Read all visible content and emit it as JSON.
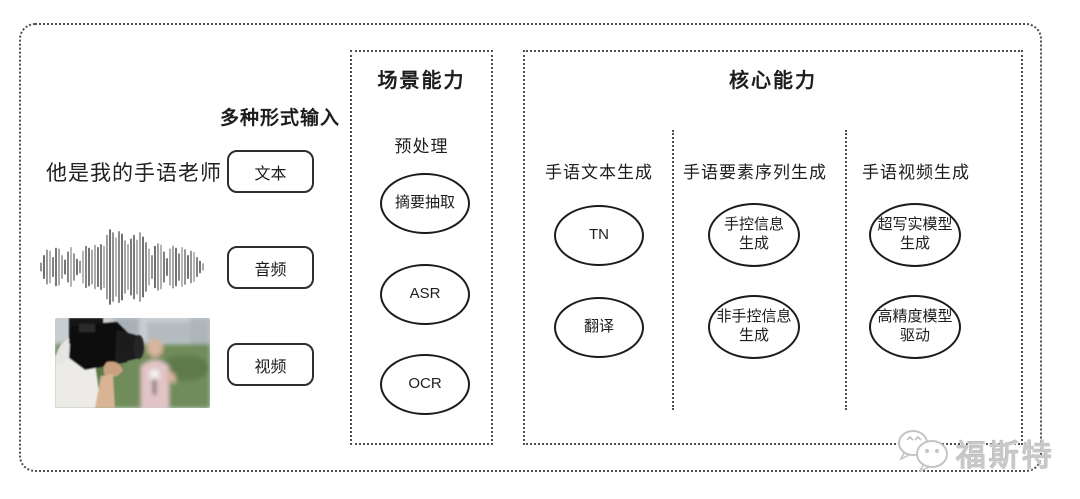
{
  "diagram": {
    "input_section": {
      "title": "多种形式输入",
      "sample_text": "他是我的手语老师",
      "items": [
        {
          "label": "文本"
        },
        {
          "label": "音频"
        },
        {
          "label": "视频"
        }
      ]
    },
    "scene_box": {
      "title": "场景能力",
      "subtitle": "预处理",
      "nodes": [
        "摘要抽取",
        "ASR",
        "OCR"
      ]
    },
    "core_box": {
      "title": "核心能力",
      "columns": [
        {
          "header": "手语文本生成",
          "nodes": [
            "TN",
            "翻译"
          ]
        },
        {
          "header": "手语要素序列生成",
          "nodes": [
            "手控信息\n生成",
            "非手控信息\n生成"
          ]
        },
        {
          "header": "手语视频生成",
          "nodes": [
            "超写实模型\n生成",
            "高精度模型\n驱动"
          ]
        }
      ]
    },
    "watermark": {
      "name": "福斯特",
      "icon": "wechat-icon"
    }
  },
  "waveform": {
    "color": "#565656",
    "amplitudes": [
      0.1,
      0.3,
      0.45,
      0.42,
      0.25,
      0.5,
      0.48,
      0.3,
      0.18,
      0.4,
      0.52,
      0.35,
      0.2,
      0.15,
      0.42,
      0.55,
      0.5,
      0.45,
      0.58,
      0.52,
      0.6,
      0.55,
      0.85,
      1.0,
      0.92,
      0.78,
      0.95,
      0.88,
      0.7,
      0.6,
      0.75,
      0.85,
      0.72,
      0.92,
      0.8,
      0.65,
      0.48,
      0.3,
      0.55,
      0.62,
      0.58,
      0.4,
      0.22,
      0.48,
      0.56,
      0.5,
      0.35,
      0.52,
      0.46,
      0.3,
      0.42,
      0.38,
      0.25,
      0.15,
      0.08
    ]
  },
  "colors": {
    "ink": "#1d1d1d",
    "dotted_border": "#4f4f4f",
    "solid_border": "#2e2e2e",
    "watermark": "#c8c8c8",
    "background": "#ffffff"
  }
}
